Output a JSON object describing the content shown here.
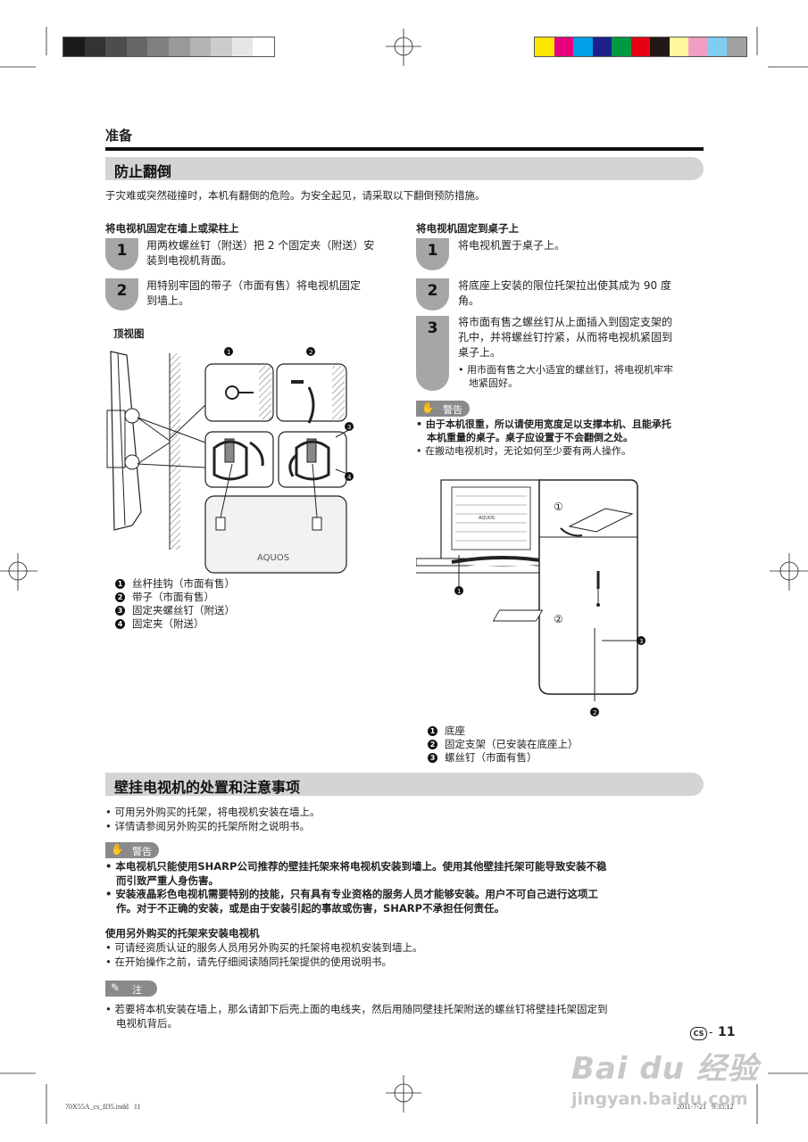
{
  "colors": {
    "gray_bar": [
      "#1a1a1a",
      "#333333",
      "#4d4d4d",
      "#666666",
      "#808080",
      "#999999",
      "#b3b3b3",
      "#cccccc",
      "#e6e6e6",
      "#ffffff"
    ],
    "color_bar": [
      "#ffe600",
      "#e6007e",
      "#00a0e9",
      "#1d2088",
      "#009944",
      "#e60012",
      "#231815",
      "#fff799",
      "#f19ec2",
      "#7ecef4",
      "#9fa0a0"
    ]
  },
  "header": {
    "chapter": "准备"
  },
  "section1": {
    "title": "防止翻倒",
    "intro": "于灾难或突然碰撞时，本机有翻倒的危险。为安全起见，请采取以下翻倒预防措施。",
    "left": {
      "heading": "将电视机固定在墙上或梁柱上",
      "steps": [
        {
          "num": "1",
          "lines": [
            "用两枚螺丝钉（附送）把 2 个固定夹（附送）安",
            "装到电视机背面。"
          ]
        },
        {
          "num": "2",
          "lines": [
            "用特别牢固的带子（市面有售）将电视机固定",
            "到墙上。"
          ]
        }
      ],
      "figure_title": "顶视图",
      "legend": [
        {
          "num": "1",
          "text": "丝杆挂钩（市面有售）"
        },
        {
          "num": "2",
          "text": "带子（市面有售）"
        },
        {
          "num": "3",
          "text": "固定夹螺丝钉（附送）"
        },
        {
          "num": "4",
          "text": "固定夹（附送）"
        }
      ],
      "logo": "AQUOS"
    },
    "right": {
      "heading": "将电视机固定到桌子上",
      "steps": [
        {
          "num": "1",
          "lines": [
            "将电视机置于桌子上。"
          ]
        },
        {
          "num": "2",
          "lines": [
            "将底座上安装的限位托架拉出使其成为 90 度",
            "角。"
          ]
        },
        {
          "num": "3",
          "lines": [
            "将市面有售之螺丝钉从上面插入到固定支架的",
            "孔中，并将螺丝钉拧紧，从而将电视机紧固到",
            "桌子上。"
          ],
          "sub": [
            "用市面有售之大小适宜的螺丝钉，将电视机牢牢",
            "地紧固好。"
          ]
        }
      ],
      "warning_label": "警告",
      "warnings_bold": [
        "由于本机很重，所以请使用宽度足以支撑本机、且能承托",
        "本机重量的桌子。桌子应设置于不会翻倒之处。"
      ],
      "warning_normal": "在搬动电视机时，无论如何至少要有两人操作。",
      "logo": "AQUOS",
      "callouts": [
        "①",
        "②"
      ],
      "legend": [
        {
          "num": "1",
          "text": "底座"
        },
        {
          "num": "2",
          "text": "固定支架（已安装在底座上）"
        },
        {
          "num": "3",
          "text": "螺丝钉（市面有售）"
        }
      ]
    }
  },
  "section2": {
    "title": "壁挂电视机的处置和注意事项",
    "bullets": [
      "可用另外购买的托架，将电视机安装在墙上。",
      "详情请参阅另外购买的托架所附之说明书。"
    ],
    "warning_label": "警告",
    "warnings": [
      [
        "本电视机只能使用SHARP公司推荐的壁挂托架来将电视机安装到墙上。使用其他壁挂托架可能导致安装不稳",
        "而引致严重人身伤害。"
      ],
      [
        "安装液晶彩色电视机需要特别的技能，只有具有专业资格的服务人员才能够安装。用户不可自己进行这项工",
        "作。对于不正确的安装，或是由于安装引起的事故或伤害，SHARP不承担任何责任。"
      ]
    ],
    "sub_heading": "使用另外购买的托架来安装电视机",
    "sub_bullets": [
      "可请经资质认证的服务人员用另外购买的托架将电视机安装到墙上。",
      "在开始操作之前，请先仔细阅读随同托架提供的使用说明书。"
    ],
    "note_label": "注",
    "note": [
      "若要将本机安装在墙上，那么请卸下后壳上面的电线夹，然后用随同壁挂托架附送的螺丝钉将壁挂托架固定到",
      "电视机背后。"
    ]
  },
  "footer": {
    "lang_badge": "CS",
    "page_sep": "-",
    "page_number": "11",
    "file": "70X55A_cs_ID5.indd   11",
    "timestamp": "2011-7-21   9:35:12",
    "watermark_brand": "Bai du 经验",
    "watermark_url": "jingyan.baidu.com"
  }
}
